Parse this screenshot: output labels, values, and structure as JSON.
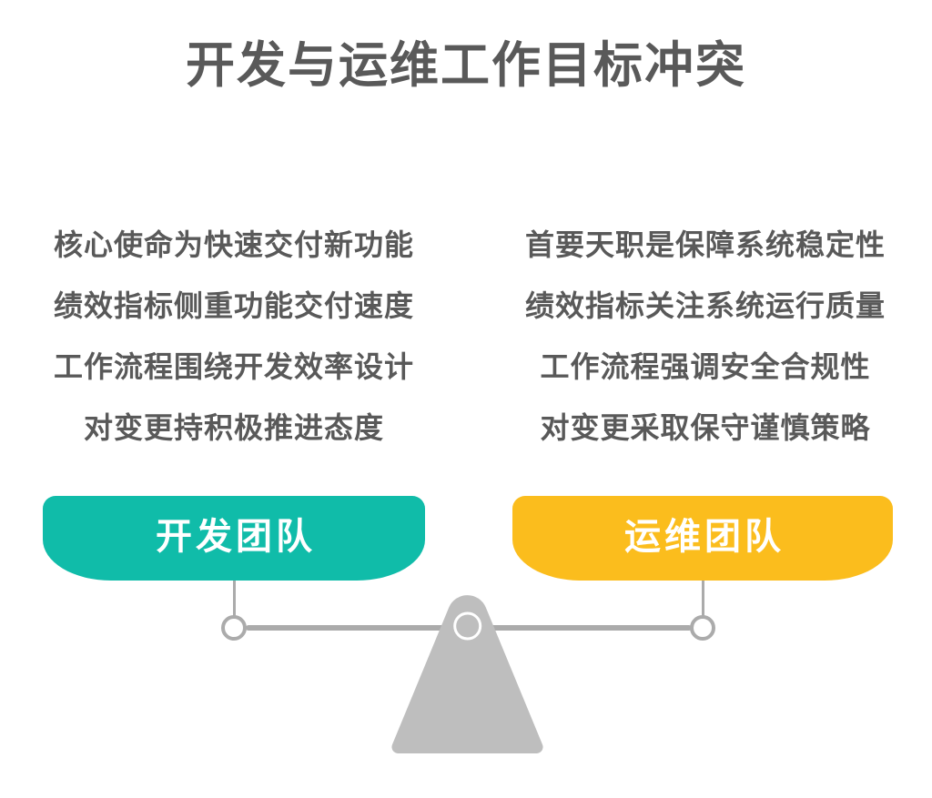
{
  "title": "开发与运维工作目标冲突",
  "left_panel": {
    "items": [
      "核心使命为快速交付新功能",
      "绩效指标侧重功能交付速度",
      "工作流程围绕开发效率设计",
      "对变更持积极推进态度"
    ]
  },
  "right_panel": {
    "items": [
      "首要天职是保障系统稳定性",
      "绩效指标关注系统运行质量",
      "工作流程强调安全合规性",
      "对变更采取保守谨慎策略"
    ]
  },
  "left_bucket": {
    "label": "开发团队",
    "color": "#10BCA9"
  },
  "right_bucket": {
    "label": "运维团队",
    "color": "#FBBD1D"
  },
  "colors": {
    "title_text": "#595959",
    "item_text": "#595959",
    "bucket_label_text": "#FFFFFF",
    "beam_and_rings": "#ABABAB",
    "fulcrum_triangle": "#BEBEBE",
    "pivot_ring": "#FFFFFF",
    "background": "#FFFFFF"
  }
}
